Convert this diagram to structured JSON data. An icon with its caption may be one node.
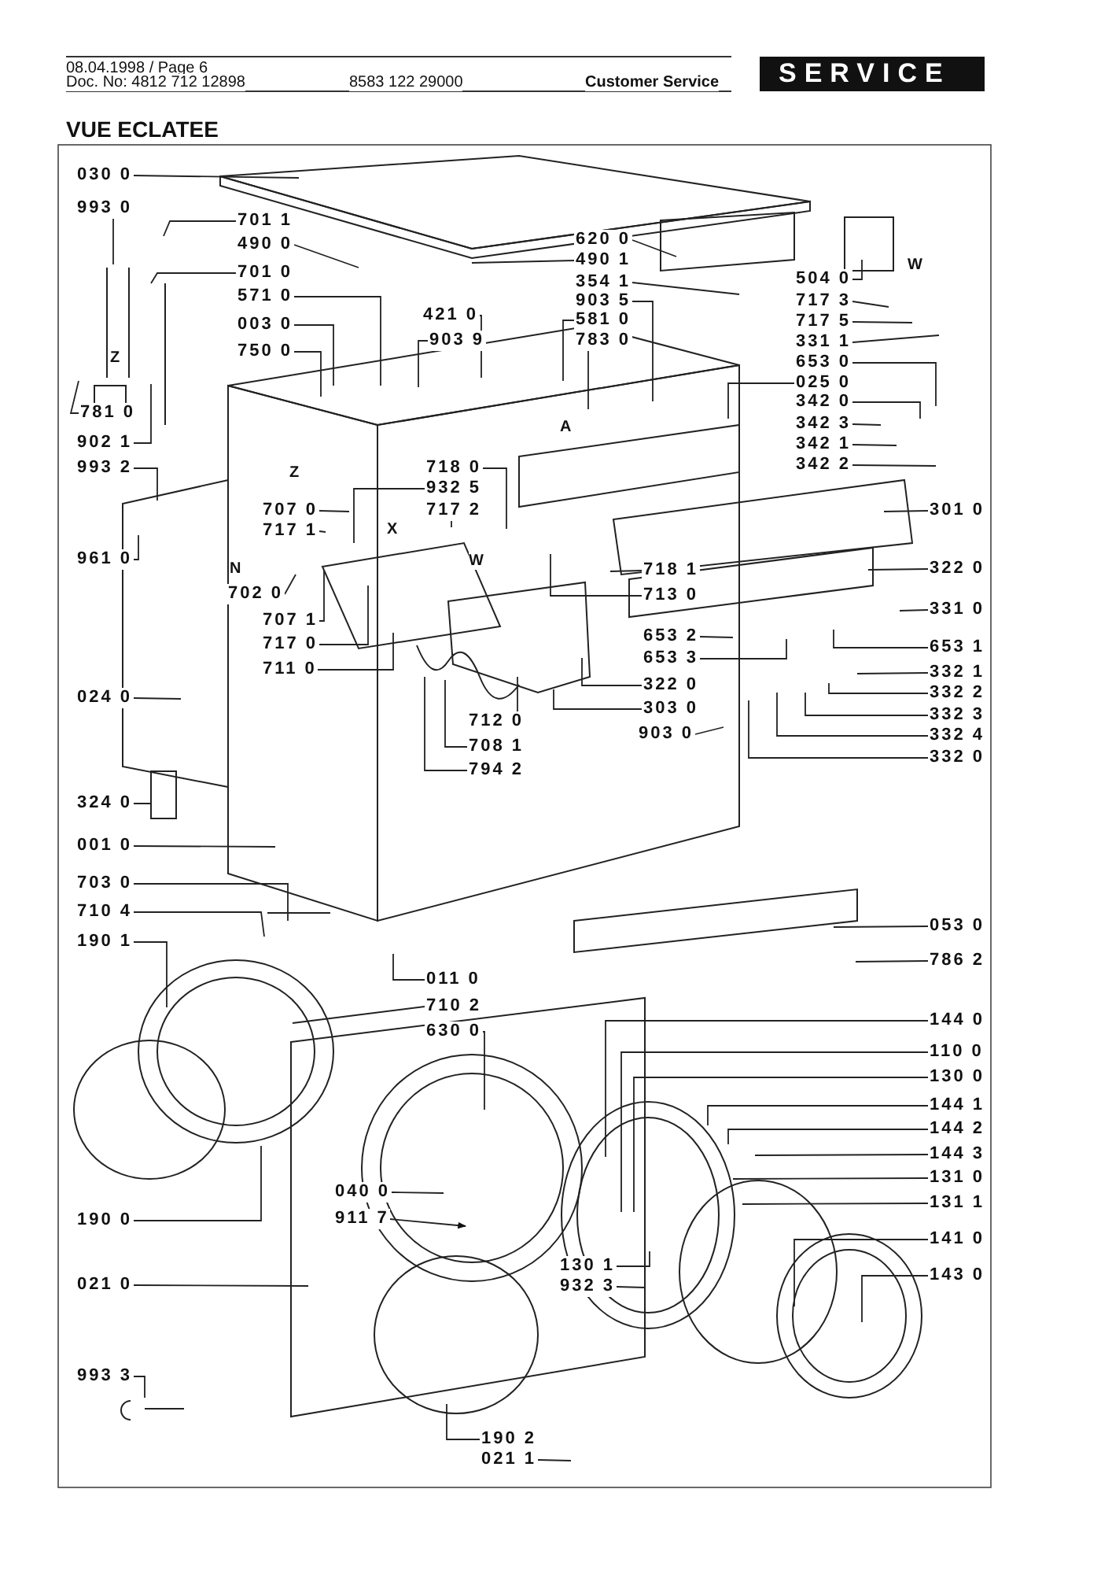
{
  "diagram": {
    "title": "VUE ECLATEE",
    "nodes": [
      {
        "text": [
          "030 0"
        ]
      },
      {
        "text": [
          "993 0"
        ]
      },
      {
        "text": [
          "701 1"
        ]
      },
      {
        "text": [
          "490 0"
        ]
      },
      {
        "text": [
          "701 0"
        ]
      },
      {
        "text": [
          "571 0"
        ]
      },
      {
        "text": [
          "003 0"
        ]
      },
      {
        "text": [
          "750 0"
        ]
      },
      {
        "text": [
          "421 0"
        ]
      },
      {
        "text": [
          "903 9"
        ]
      },
      {
        "text": [
          "620 0"
        ]
      },
      {
        "text": [
          "490 1"
        ]
      },
      {
        "text": [
          "354 1"
        ]
      },
      {
        "text": [
          "903 5"
        ]
      },
      {
        "text": [
          "581 0"
        ]
      },
      {
        "text": [
          "783 0"
        ]
      },
      {
        "text": [
          "504 0"
        ]
      },
      {
        "text": [
          "717 3"
        ]
      },
      {
        "text": [
          "717 5"
        ]
      },
      {
        "text": [
          "331 1"
        ]
      },
      {
        "text": [
          "653 0"
        ]
      },
      {
        "text": [
          "025 0"
        ]
      },
      {
        "text": [
          "342 0"
        ]
      },
      {
        "text": [
          "342 3"
        ]
      },
      {
        "text": [
          "342 1"
        ]
      },
      {
        "text": [
          "342 2"
        ]
      },
      {
        "text": [
          "781 0"
        ]
      },
      {
        "text": [
          "902 1"
        ]
      },
      {
        "text": [
          "993 2"
        ]
      },
      {
        "text": [
          "961 0"
        ]
      },
      {
        "text": [
          "718 0"
        ]
      },
      {
        "text": [
          "932 5"
        ]
      },
      {
        "text": [
          "717 2"
        ]
      },
      {
        "text": [
          "707 0"
        ]
      },
      {
        "text": [
          "717 1"
        ]
      },
      {
        "text": [
          "702 0"
        ]
      },
      {
        "text": [
          "707 1"
        ]
      },
      {
        "text": [
          "717 0"
        ]
      },
      {
        "text": [
          "711 0"
        ]
      },
      {
        "text": [
          "301 0"
        ]
      },
      {
        "text": [
          "718 1"
        ]
      },
      {
        "text": [
          "713 0"
        ]
      },
      {
        "text": [
          "322 0"
        ]
      },
      {
        "text": [
          "331 0"
        ]
      },
      {
        "text": [
          "653 2"
        ]
      },
      {
        "text": [
          "653 3"
        ]
      },
      {
        "text": [
          "653 1"
        ]
      },
      {
        "text": [
          "332 1"
        ]
      },
      {
        "text": [
          "332 2"
        ]
      },
      {
        "text": [
          "332 3"
        ]
      },
      {
        "text": [
          "332 4"
        ]
      },
      {
        "text": [
          "332 0"
        ]
      },
      {
        "text": [
          "322 0"
        ]
      },
      {
        "text": [
          "303 0"
        ]
      },
      {
        "text": [
          "903 0"
        ]
      },
      {
        "text": [
          "712 0"
        ]
      },
      {
        "text": [
          "708 1"
        ]
      },
      {
        "text": [
          "794 2"
        ]
      },
      {
        "text": [
          "024 0"
        ]
      },
      {
        "text": [
          "324 0"
        ]
      },
      {
        "text": [
          "001 0"
        ]
      },
      {
        "text": [
          "703 0"
        ]
      },
      {
        "text": [
          "710 4"
        ]
      },
      {
        "text": [
          "190 1"
        ]
      },
      {
        "text": [
          "011 0"
        ]
      },
      {
        "text": [
          "710 2"
        ]
      },
      {
        "text": [
          "630 0"
        ]
      },
      {
        "text": [
          "190 0"
        ]
      },
      {
        "text": [
          "040 0"
        ]
      },
      {
        "text": [
          "911 7"
        ]
      },
      {
        "text": [
          "021 0"
        ]
      },
      {
        "text": [
          "993 3"
        ]
      },
      {
        "text": [
          "190 2"
        ]
      },
      {
        "text": [
          "021 1"
        ]
      },
      {
        "text": [
          "053 0"
        ]
      },
      {
        "text": [
          "786 2"
        ]
      },
      {
        "text": [
          "144 0"
        ]
      },
      {
        "text": [
          "110 0"
        ]
      },
      {
        "text": [
          "130 0"
        ]
      },
      {
        "text": [
          "144 1"
        ]
      },
      {
        "text": [
          "144 2"
        ]
      },
      {
        "text": [
          "144 3"
        ]
      },
      {
        "text": [
          "131 0"
        ]
      },
      {
        "text": [
          "131 1"
        ]
      },
      {
        "text": [
          "141 0"
        ]
      },
      {
        "text": [
          "143 0"
        ]
      },
      {
        "text": [
          "130 1"
        ]
      },
      {
        "text": [
          "932 3"
        ]
      }
    ],
    "edges": [
      {
        "from": 0,
        "to": null,
        "arrow": "none"
      },
      {
        "from": 1,
        "to": null,
        "arrow": "none"
      },
      {
        "from": 2,
        "to": null,
        "arrow": "none"
      },
      {
        "from": 3,
        "to": null,
        "arrow": "none"
      },
      {
        "from": 4,
        "to": null,
        "arrow": "none"
      },
      {
        "from": 5,
        "to": null,
        "arrow": "none"
      },
      {
        "from": 6,
        "to": null,
        "arrow": "none"
      },
      {
        "from": 7,
        "to": null,
        "arrow": "none"
      },
      {
        "from": 8,
        "to": null,
        "arrow": "none"
      },
      {
        "from": 9,
        "to": null,
        "arrow": "none"
      },
      {
        "from": 10,
        "to": null,
        "arrow": "none"
      },
      {
        "from": 11,
        "to": null,
        "arrow": "none"
      },
      {
        "from": 12,
        "to": null,
        "arrow": "none"
      },
      {
        "from": 13,
        "to": null,
        "arrow": "none"
      },
      {
        "from": 14,
        "to": null,
        "arrow": "none"
      },
      {
        "from": 15,
        "to": null,
        "arrow": "none"
      },
      {
        "from": 16,
        "to": null,
        "arrow": "none"
      },
      {
        "from": 17,
        "to": null,
        "arrow": "none"
      },
      {
        "from": 18,
        "to": null,
        "arrow": "none"
      },
      {
        "from": 19,
        "to": null,
        "arrow": "none"
      },
      {
        "from": 20,
        "to": null,
        "arrow": "none"
      },
      {
        "from": 21,
        "to": null,
        "arrow": "none"
      },
      {
        "from": 22,
        "to": null,
        "arrow": "none"
      },
      {
        "from": 23,
        "to": null,
        "arrow": "none"
      },
      {
        "from": 24,
        "to": null,
        "arrow": "none"
      },
      {
        "from": 25,
        "to": null,
        "arrow": "none"
      },
      {
        "from": 26,
        "to": null,
        "arrow": "none"
      },
      {
        "from": 27,
        "to": null,
        "arrow": "none"
      },
      {
        "from": 28,
        "to": null,
        "arrow": "none"
      },
      {
        "from": 29,
        "to": null,
        "arrow": "none"
      },
      {
        "from": 30,
        "to": null,
        "arrow": "none"
      },
      {
        "from": 31,
        "to": null,
        "arrow": "none"
      },
      {
        "from": 32,
        "to": null,
        "arrow": "none"
      },
      {
        "from": 33,
        "to": null,
        "arrow": "none"
      },
      {
        "from": 34,
        "to": null,
        "arrow": "none"
      },
      {
        "from": 35,
        "to": null,
        "arrow": "none"
      },
      {
        "from": 36,
        "to": null,
        "arrow": "none"
      },
      {
        "from": 37,
        "to": null,
        "arrow": "none"
      },
      {
        "from": 38,
        "to": null,
        "arrow": "none"
      },
      {
        "from": 39,
        "to": null,
        "arrow": "none"
      },
      {
        "from": 40,
        "to": null,
        "arrow": "none"
      },
      {
        "from": 41,
        "to": null,
        "arrow": "none"
      },
      {
        "from": 42,
        "to": null,
        "arrow": "none"
      },
      {
        "from": 43,
        "to": null,
        "arrow": "none"
      },
      {
        "from": 44,
        "to": null,
        "arrow": "none"
      },
      {
        "from": 45,
        "to": null,
        "arrow": "none"
      },
      {
        "from": 46,
        "to": null,
        "arrow": "none"
      },
      {
        "from": 47,
        "to": null,
        "arrow": "none"
      },
      {
        "from": 48,
        "to": null,
        "arrow": "none"
      },
      {
        "from": 49,
        "to": null,
        "arrow": "none"
      },
      {
        "from": 50,
        "to": null,
        "arrow": "none"
      },
      {
        "from": 51,
        "to": null,
        "arrow": "none"
      },
      {
        "from": 52,
        "to": null,
        "arrow": "none"
      },
      {
        "from": 53,
        "to": null,
        "arrow": "none"
      },
      {
        "from": 54,
        "to": null,
        "arrow": "none"
      },
      {
        "from": 55,
        "to": null,
        "arrow": "none"
      },
      {
        "from": 56,
        "to": null,
        "arrow": "none"
      },
      {
        "from": 57,
        "to": null,
        "arrow": "none"
      },
      {
        "from": 58,
        "to": null,
        "arrow": "none"
      },
      {
        "from": 59,
        "to": null,
        "arrow": "none"
      },
      {
        "from": 60,
        "to": null,
        "arrow": "none"
      },
      {
        "from": 61,
        "to": null,
        "arrow": "none"
      },
      {
        "from": 62,
        "to": null,
        "arrow": "none"
      },
      {
        "from": 63,
        "to": null,
        "arrow": "none"
      },
      {
        "from": 64,
        "to": null,
        "arrow": "none"
      },
      {
        "from": 65,
        "to": null,
        "arrow": "none"
      },
      {
        "from": 66,
        "to": null,
        "arrow": "none"
      },
      {
        "from": 67,
        "to": null,
        "arrow": "none"
      },
      {
        "from": 68,
        "to": null,
        "arrow": "none"
      },
      {
        "from": 69,
        "to": null,
        "arrow": "to"
      },
      {
        "from": 70,
        "to": null,
        "arrow": "none"
      },
      {
        "from": 71,
        "to": null,
        "arrow": "none"
      },
      {
        "from": 72,
        "to": null,
        "arrow": "none"
      },
      {
        "from": 73,
        "to": null,
        "arrow": "none"
      },
      {
        "from": 74,
        "to": null,
        "arrow": "none"
      },
      {
        "from": 75,
        "to": null,
        "arrow": "none"
      },
      {
        "from": 76,
        "to": null,
        "arrow": "none"
      },
      {
        "from": 77,
        "to": null,
        "arrow": "none"
      },
      {
        "from": 78,
        "to": null,
        "arrow": "none"
      },
      {
        "from": 79,
        "to": null,
        "arrow": "none"
      },
      {
        "from": 80,
        "to": null,
        "arrow": "none"
      },
      {
        "from": 81,
        "to": null,
        "arrow": "none"
      },
      {
        "from": 82,
        "to": null,
        "arrow": "none"
      },
      {
        "from": 83,
        "to": null,
        "arrow": "none"
      },
      {
        "from": 84,
        "to": null,
        "arrow": "none"
      },
      {
        "from": 85,
        "to": null,
        "arrow": "none"
      },
      {
        "from": 86,
        "to": null,
        "arrow": "none"
      },
      {
        "from": 87,
        "to": null,
        "arrow": "none"
      }
    ],
    "labels": [
      "08.04.1998 / Page 6",
      "Doc. No: 4812 712 12898",
      "8583 122 29000",
      "Customer Service",
      "SERVICE",
      "W",
      "Z",
      "A",
      "Z",
      "X",
      "W",
      "N"
    ]
  }
}
